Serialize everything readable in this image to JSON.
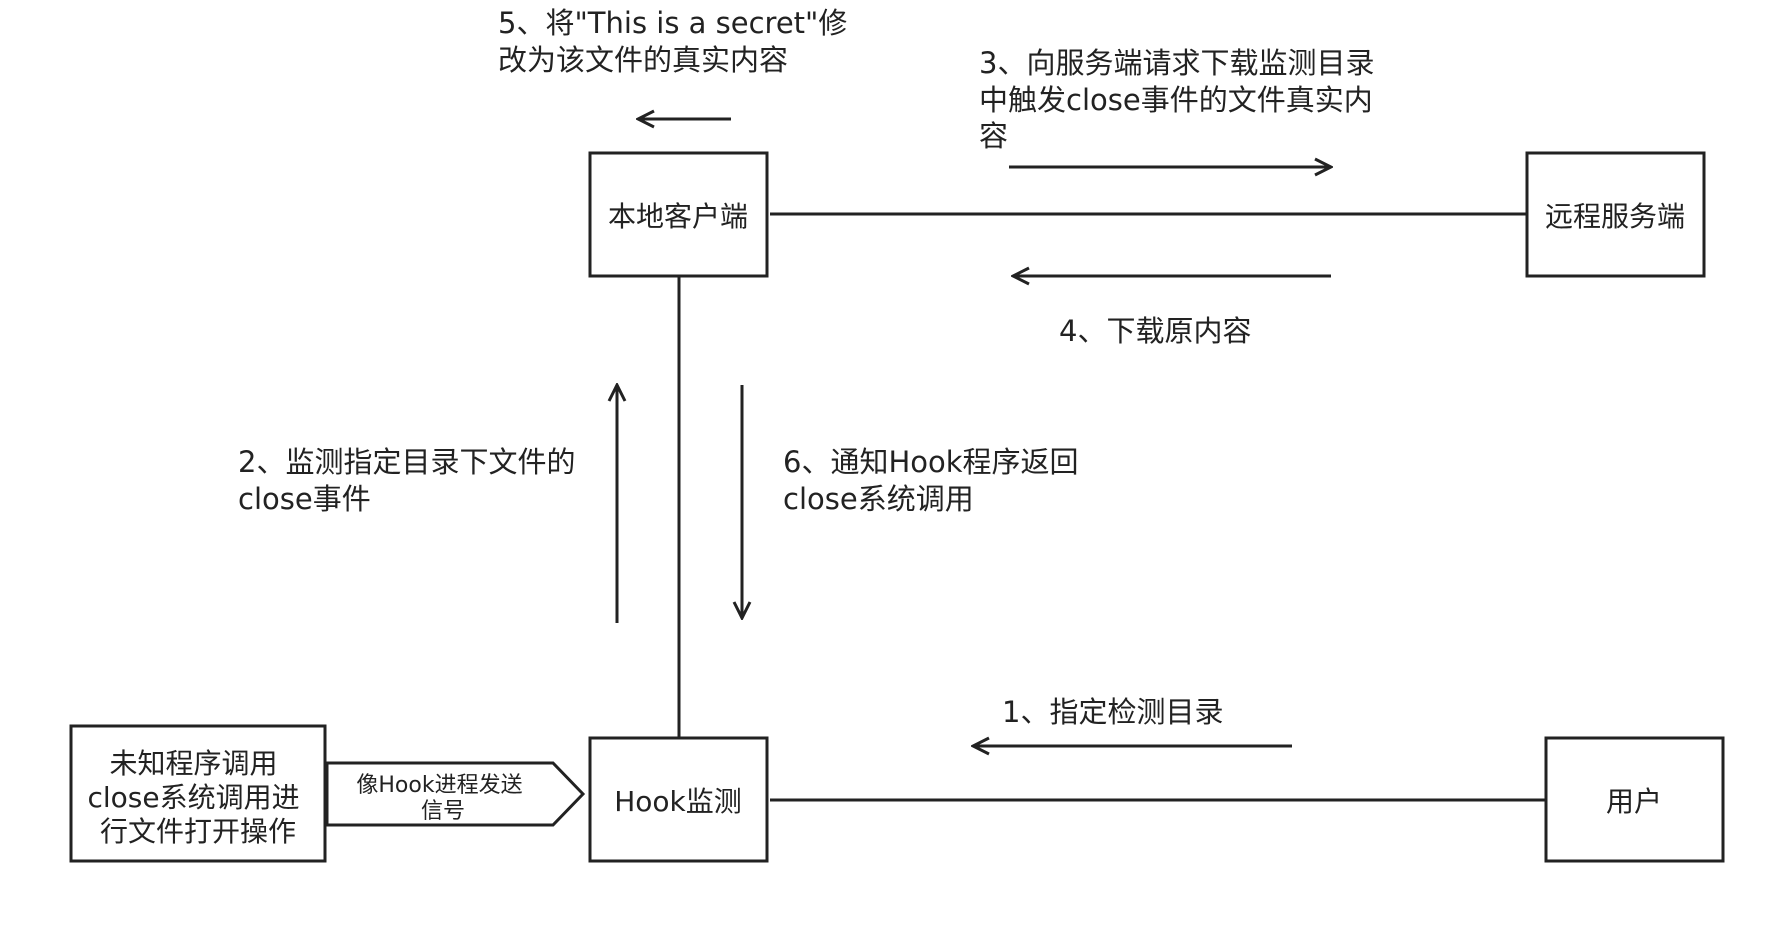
{
  "colors": {
    "line": "#222222",
    "background": "#ffffff"
  },
  "nodes": {
    "local_client": "本地客户端",
    "remote_server": "远程服务端",
    "hook_monitor": "Hook监测",
    "user": "用户",
    "unknown_program": [
      "未知程序调用",
      "close系统调用进",
      "行文件打开操作"
    ]
  },
  "signal_label": [
    "像Hook进程发送",
    "信号"
  ],
  "steps": {
    "step1": [
      "1、指定检测目录"
    ],
    "step2": [
      "2、监测指定目录下文件的",
      "close事件"
    ],
    "step3": [
      "3、向服务端请求下载监测目录",
      "中触发close事件的文件真实内",
      "容"
    ],
    "step4": [
      "4、下载原内容"
    ],
    "step5": [
      "5、将\"This is a secret\"修",
      "改为该文件的真实内容"
    ],
    "step6": [
      "6、通知Hook程序返回",
      "close系统调用"
    ]
  }
}
